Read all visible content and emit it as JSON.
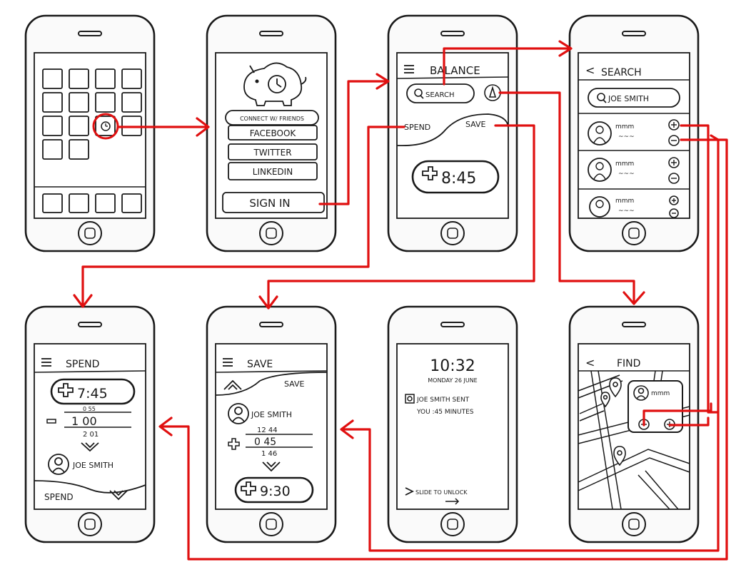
{
  "colors": {
    "ink": "#1a1a1a",
    "arrow": "#e01010",
    "paper": "#ffffff",
    "body": "#fafafa"
  },
  "phones": {
    "home": {
      "icon": "clock-icon"
    },
    "login": {
      "mascot": "piggy-bank-clock-icon",
      "connect": "CONNECT W/ FRIENDS",
      "facebook": "FACEBOOK",
      "twitter": "TWITTER",
      "linkedin": "LINKEDIN",
      "signin": "SIGN IN"
    },
    "balance": {
      "title": "BALANCE",
      "search": "SEARCH",
      "spend": "SPEND",
      "save": "SAVE",
      "amount": "8:45"
    },
    "search": {
      "title": "SEARCH",
      "query": "JOE SMITH",
      "results": [
        {
          "name": "mmm",
          "detail": "~~~"
        },
        {
          "name": "mmm",
          "detail": "~~~"
        },
        {
          "name": "mmm",
          "detail": "~~~"
        }
      ]
    },
    "spend": {
      "title": "SPEND",
      "amount": "7:45",
      "calc_top": "0   55",
      "calc_mid": "1   00",
      "calc_bot": "2   01",
      "user": "JOE SMITH",
      "footer": "SPEND"
    },
    "save": {
      "title": "SAVE",
      "tab": "SAVE",
      "user": "JOE SMITH",
      "calc_top": "12   44",
      "calc_mid": "0   45",
      "calc_bot": "1   46",
      "amount": "9:30"
    },
    "lock": {
      "time": "10:32",
      "date": "MONDAY 26 JUNE",
      "notif1": "JOE SMITH SENT",
      "notif2": "YOU :45 MINUTES",
      "slide": "SLIDE TO UNLOCK"
    },
    "find": {
      "title": "FIND",
      "popup_name": "mmm"
    }
  }
}
